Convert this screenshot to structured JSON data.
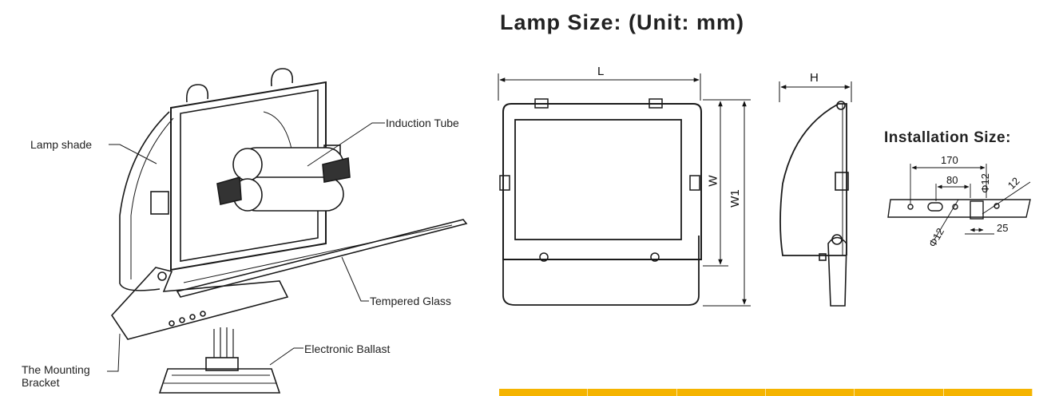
{
  "header": {
    "title": "Lamp Size: (Unit: mm)"
  },
  "callouts": {
    "lamp_shade": "Lamp shade",
    "induction_tube": "Induction Tube",
    "tempered_glass": "Tempered Glass",
    "electronic_ballast": "Electronic Ballast",
    "mounting_bracket_line1": "The Mounting",
    "mounting_bracket_line2": "Bracket"
  },
  "front_view": {
    "length_label": "L",
    "width_label": "W",
    "width_total_label": "W1"
  },
  "side_view": {
    "height_label": "H"
  },
  "installation": {
    "title": "Installation Size:",
    "dim_170": "170",
    "dim_80": "80",
    "dim_hole_top": "Φ12",
    "dim_slot": "12",
    "dim_25": "25",
    "dim_hole_bottom": "Φ12"
  },
  "colors": {
    "table_header": "#f5b400",
    "line": "#1a1a1a"
  }
}
